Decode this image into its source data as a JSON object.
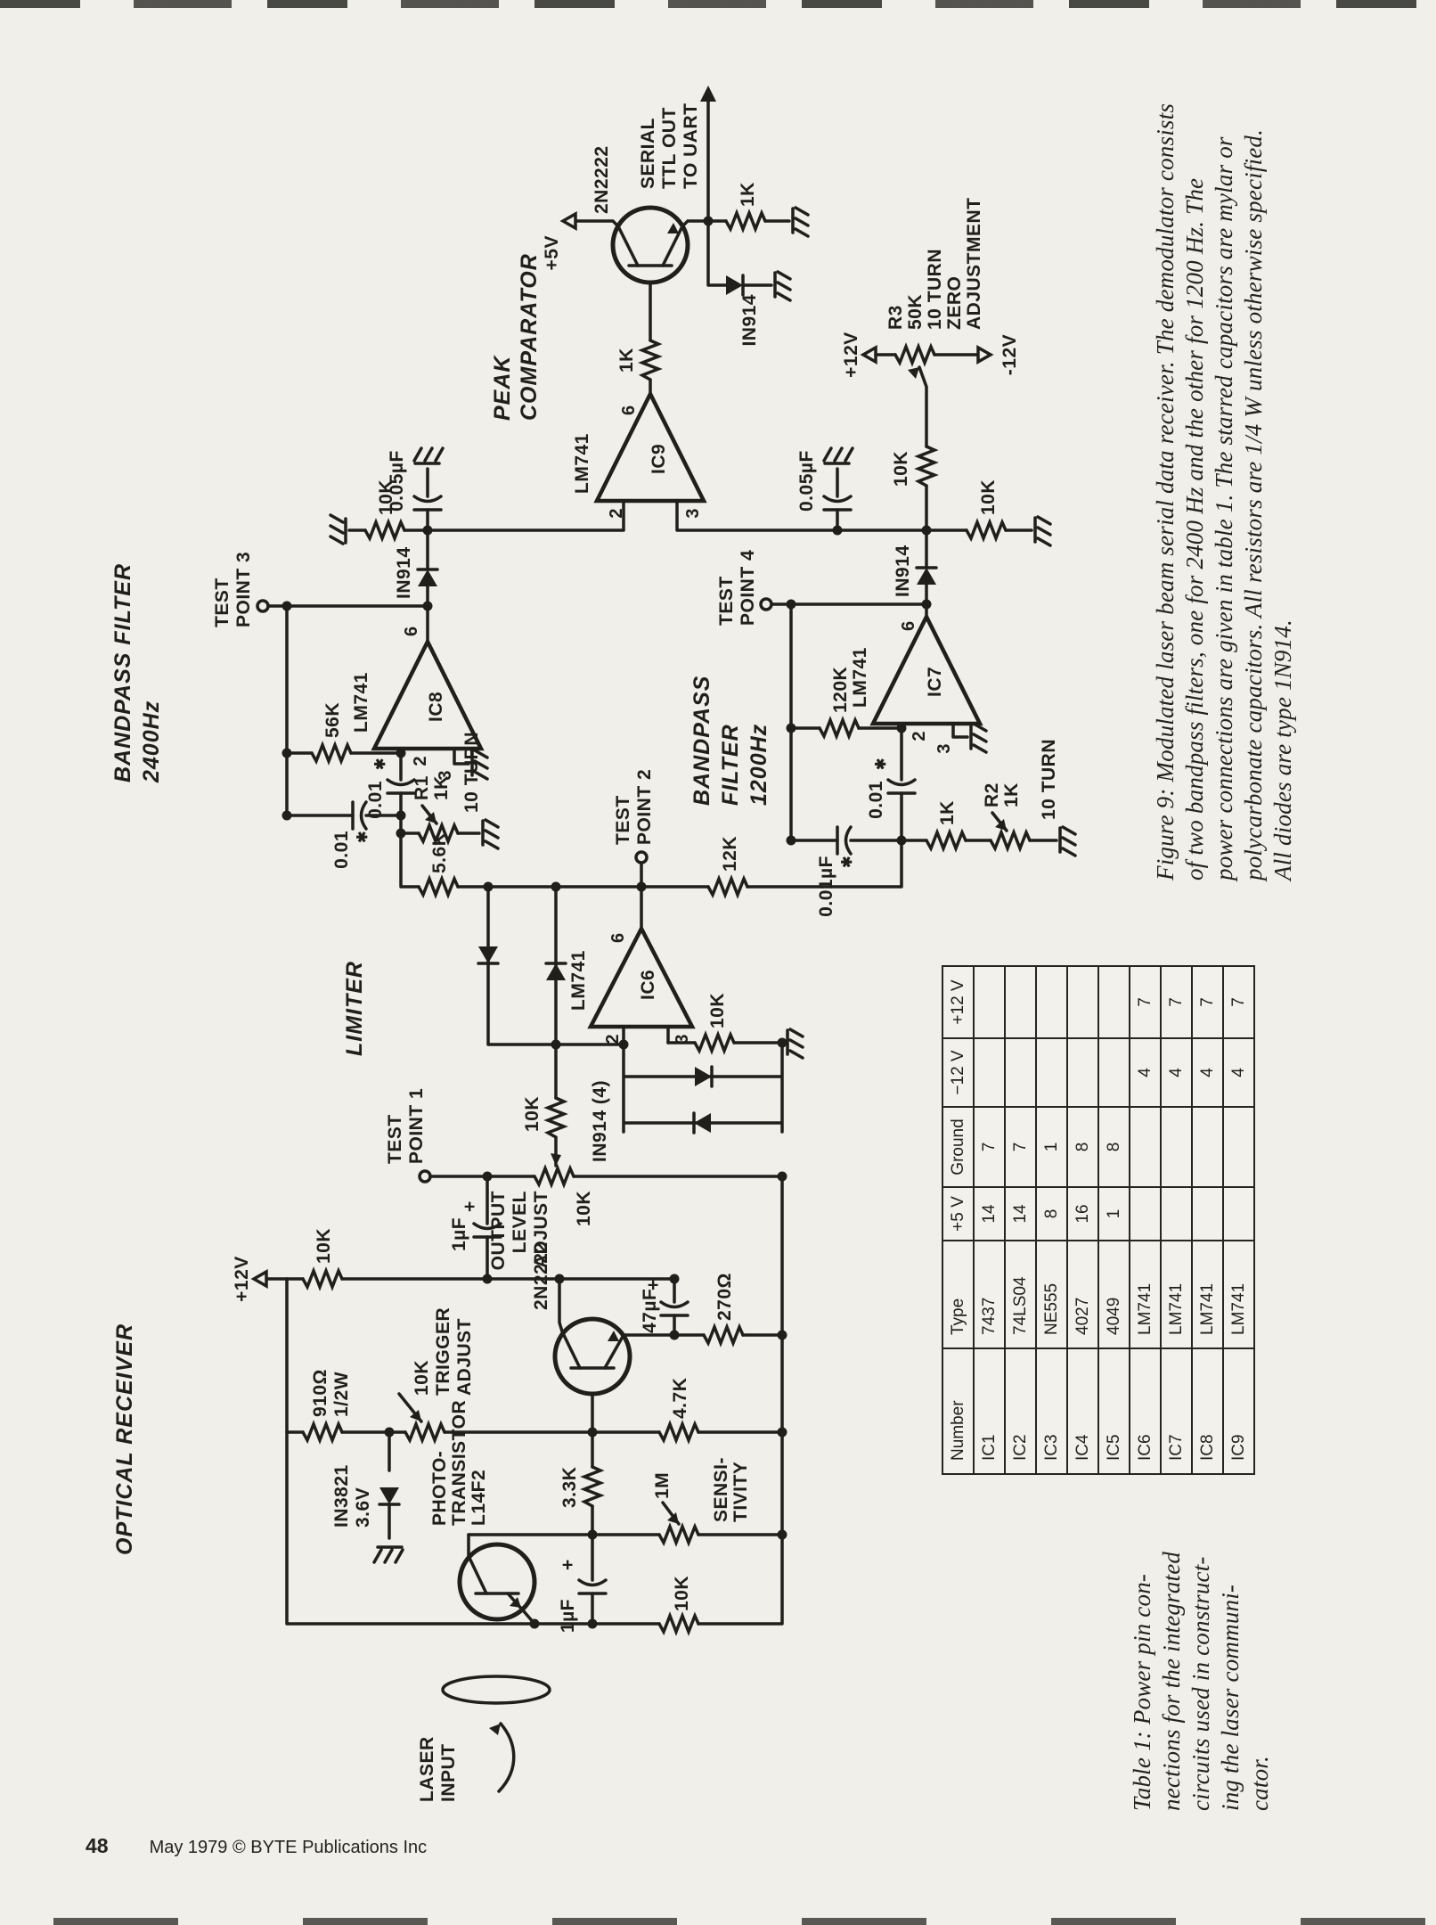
{
  "page": {
    "background": "#f1efea",
    "ink": "#211f1c"
  },
  "footer": {
    "page_number": "48",
    "text": "May 1979 © BYTE Publications Inc"
  },
  "figure_caption": {
    "lines": [
      "Figure 9: Modulated laser beam serial data receiver. The demodulator consists",
      "of two bandpass filters, one for 2400 Hz and the other for 1200 Hz. The",
      "power connections are given in table 1. The starred capacitors are mylar or",
      "polycarbonate capacitors. All resistors are 1/4 W unless otherwise specified.",
      "All diodes are type 1N914."
    ]
  },
  "table_caption": {
    "lines": [
      "Table 1: Power pin con-",
      "nections for the integrated",
      "circuits used in construct-",
      "ing the laser communi-",
      "cator."
    ]
  },
  "table": {
    "headers": [
      "Number",
      "Type",
      "+5 V",
      "Ground",
      "−12 V",
      "+12 V"
    ],
    "rows": [
      [
        "IC1",
        "7437",
        "14",
        "7",
        "",
        ""
      ],
      [
        "IC2",
        "74LS04",
        "14",
        "7",
        "",
        ""
      ],
      [
        "IC3",
        "NE555",
        "8",
        "1",
        "",
        ""
      ],
      [
        "IC4",
        "4027",
        "16",
        "8",
        "",
        ""
      ],
      [
        "IC5",
        "4049",
        "1",
        "8",
        "",
        ""
      ],
      [
        "IC6",
        "LM741",
        "",
        "",
        "4",
        "7"
      ],
      [
        "IC7",
        "LM741",
        "",
        "",
        "4",
        "7"
      ],
      [
        "IC8",
        "LM741",
        "",
        "",
        "4",
        "7"
      ],
      [
        "IC9",
        "LM741",
        "",
        "",
        "4",
        "7"
      ]
    ]
  },
  "schematic": {
    "headings": {
      "optical": "OPTICAL  RECEIVER",
      "limiter": "LIMITER",
      "bp2400": [
        "BANDPASS  FILTER",
        "2400Hz"
      ],
      "bp1200": [
        "BANDPASS",
        "FILTER",
        "1200Hz"
      ],
      "peak": [
        "PEAK",
        "COMPARATOR"
      ]
    },
    "power": {
      "p12a": "+12V",
      "p5": "+5V",
      "p12b": "+12V",
      "m12": "-12V"
    },
    "test_points": {
      "tp1": [
        "TEST",
        "POINT 1"
      ],
      "tp2": [
        "TEST",
        "POINT 2"
      ],
      "tp3": [
        "TEST",
        "POINT 3"
      ],
      "tp4": [
        "TEST",
        "POINT 4"
      ]
    },
    "ics": {
      "ic6": [
        "LM741",
        "IC6"
      ],
      "ic7": [
        "LM741",
        "IC7"
      ],
      "ic8": [
        "LM741",
        "IC8"
      ],
      "ic9": [
        "LM741",
        "IC9"
      ]
    },
    "pins": {
      "p2": "2",
      "p3": "3",
      "p6": "6"
    },
    "star": "✱",
    "labels": {
      "r10k_sup": "10K",
      "c1uf_out": "1µF",
      "plus1": "+",
      "r910a": "910Ω",
      "r910b": "1/2W",
      "zen1": "IN3821",
      "zen2": "3.6V",
      "photo1": "PHOTO-",
      "photo2": "TRANSISTOR",
      "photo3": "L14F2",
      "trig1": "10K",
      "trig2": "TRIGGER",
      "trig3": "ADJUST",
      "q1": "2N2222",
      "c47": "47µF",
      "plus2": "+",
      "r270": "270Ω",
      "r47k": "4.7K",
      "r33k": "3.3K",
      "r1m": "1M",
      "sens1": "SENSI-",
      "sens2": "TIVITY",
      "c1uf_base": "1µF",
      "plus3": "+",
      "r10k_rail": "10K",
      "out1": "OUTPUT",
      "out2": "LEVEL",
      "out3": "ADJUST",
      "out4": "10K",
      "laser1": "LASER",
      "laser2": "INPUT",
      "r10k_w": "10K",
      "in914_4": "IN914 (4)",
      "r10k_p3": "10K",
      "r5k6": "5.6K",
      "r56k": "56K",
      "c001a": "0.01",
      "c001b": "0.01",
      "r1a": "R1",
      "r1b": "1K",
      "turn_a": "10 TURN",
      "r12k": "12K",
      "r120k": "120K",
      "c001uf": "0.01µF",
      "c001c": "0.01",
      "r1k_f": "1K",
      "r2a": "R2",
      "r2b": "1K",
      "turn_b": "10 TURN",
      "c005a": "0.05µF",
      "r10k_a": "10K",
      "c005b": "0.05µF",
      "r10k_b": "10K",
      "r10k_c": "10K",
      "r10k_d": "10K",
      "d1": "IN914",
      "d2": "IN914",
      "d3": "IN914",
      "r1k_c": "1K",
      "r1k_e": "1K",
      "q2": "2N2222",
      "ser1": "SERIAL",
      "ser2": "TTL OUT",
      "ser3": "TO UART",
      "r3a": "R3",
      "r3b": "50K",
      "r3c": "10 TURN",
      "r3d": "ZERO",
      "r3e": "ADJUSTMENT"
    }
  }
}
